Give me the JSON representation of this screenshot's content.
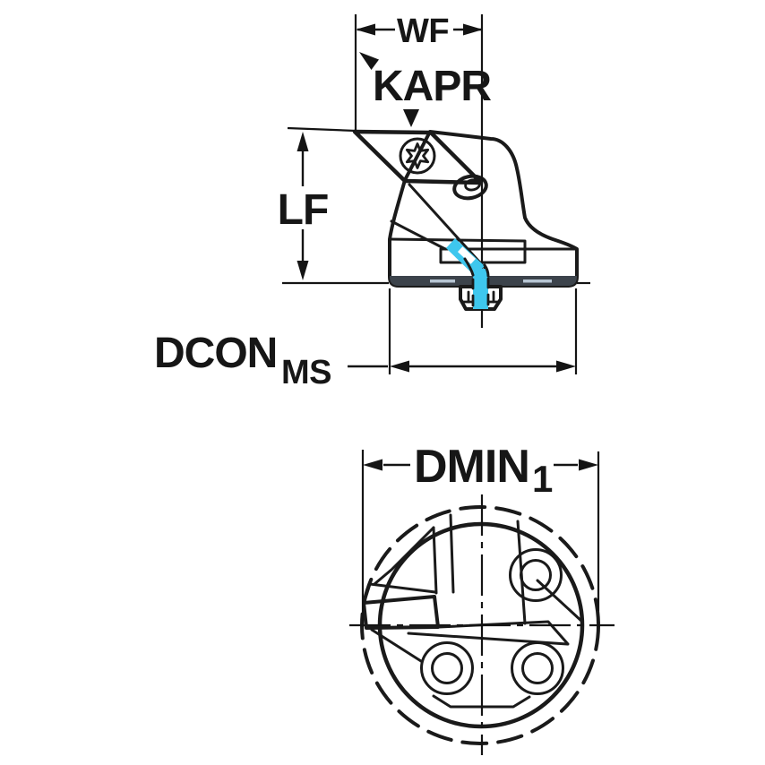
{
  "drawing": {
    "type": "technical-dimension-drawing",
    "subject": "turning tool cutting head",
    "views": {
      "side_view": {
        "dimensions_shown": [
          "WF",
          "KAPR",
          "LF",
          "DCON MS"
        ]
      },
      "end_view": {
        "dimensions_shown": [
          "DMIN 1"
        ]
      }
    }
  },
  "labels": {
    "wf": "WF",
    "kapr": "KAPR",
    "lf": "LF",
    "dcon": "DCON",
    "dcon_sub": "MS",
    "dmin": "DMIN",
    "dmin_sub": "1"
  },
  "colors": {
    "background": "#ffffff",
    "body": "#b7c5d3",
    "insert_yellow": "#ffd200",
    "coolant_cyan": "#3ec7ee",
    "dark_band": "#3c434b",
    "line": "#1a1a1a",
    "hole_inner": "#ffffff",
    "screw_star": "#edf1f6",
    "gap_white": "#ffffff"
  }
}
